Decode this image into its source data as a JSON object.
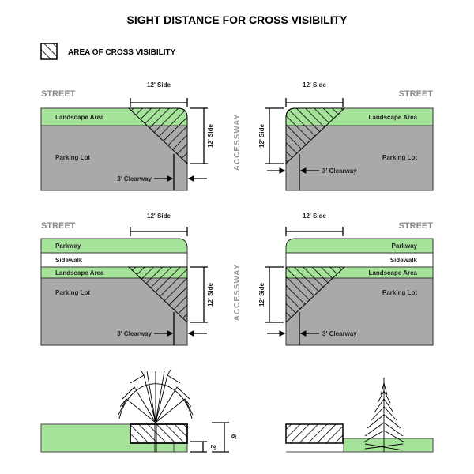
{
  "title": "SIGHT DISTANCE FOR CROSS VISIBILITY",
  "legend": {
    "label": "AREA OF CROSS VISIBILITY"
  },
  "labels": {
    "street": "STREET",
    "accessway": "ACCESSWAY",
    "side": "12' Side",
    "clearway": "3' Clearway",
    "landscape": "Landscape Area",
    "parking": "Parking Lot",
    "parkway": "Parkway",
    "sidewalk": "Sidewalk",
    "six_ft": "6'",
    "two_ft": "2'"
  },
  "colors": {
    "green": "#a6e39a",
    "gray": "#a9a9a9"
  }
}
